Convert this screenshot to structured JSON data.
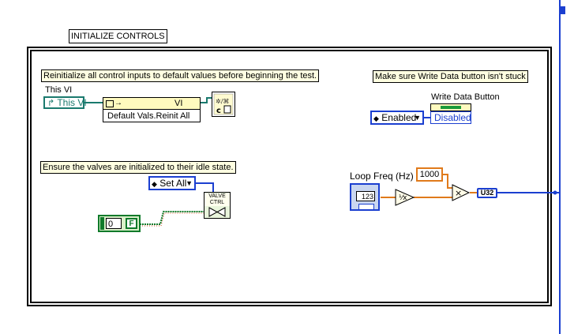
{
  "frame": {
    "label": "INITIALIZE CONTROLS"
  },
  "comments": {
    "reinit": "Reinitialize all control inputs to default values before beginning the test.",
    "write_data": "Make sure Write Data button isn't stuck",
    "valves": "Ensure the valves are initialized to their idle state."
  },
  "this_vi": {
    "label": "This VI",
    "ref_text": "This VI",
    "ref_arrow": "↱"
  },
  "invoke_node": {
    "class_label": "VI",
    "method_label": "Default Vals.Reinit All",
    "arrow": "→"
  },
  "write_data": {
    "label": "Write Data Button",
    "enum_value": "Enabled",
    "prop_value": "Disabled"
  },
  "set_all": {
    "value": "Set All"
  },
  "valve_ctrl": {
    "line1": "VALVE",
    "line2": "CTRL"
  },
  "cluster": {
    "index": "0",
    "bool": "F"
  },
  "loop_freq": {
    "label": "Loop Freq (Hz)",
    "indicator": "123"
  },
  "const_1000": {
    "value": "1000"
  },
  "u32": {
    "label": "U32"
  },
  "colors": {
    "wire_blue": "#1b3fd0",
    "wire_orange": "#e07a1b",
    "wire_teal": "#1a7a6e",
    "wire_green": "#0f7a2a",
    "comment_bg": "#ffffe1"
  }
}
